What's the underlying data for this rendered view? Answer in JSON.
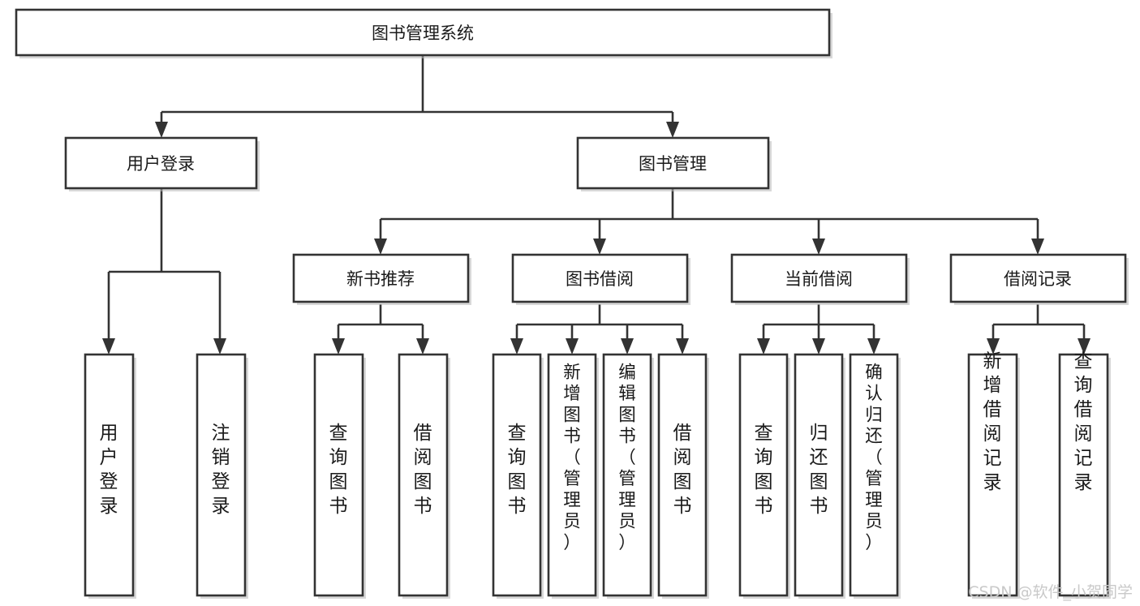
{
  "diagram": {
    "title": "图书管理系统",
    "type": "tree-hierarchy-diagram",
    "root": {
      "id": "root",
      "label": "图书管理系统"
    },
    "level2": [
      {
        "id": "user-login",
        "label": "用户登录"
      },
      {
        "id": "book-management",
        "label": "图书管理"
      }
    ],
    "level3": [
      {
        "id": "new-book-recommend",
        "label": "新书推荐",
        "parent": "book-management"
      },
      {
        "id": "book-borrow",
        "label": "图书借阅",
        "parent": "book-management"
      },
      {
        "id": "current-borrow",
        "label": "当前借阅",
        "parent": "book-management"
      },
      {
        "id": "borrow-record",
        "label": "借阅记录",
        "parent": "book-management"
      }
    ],
    "leaves": {
      "user-login": [
        {
          "id": "leaf-user-login",
          "label": "用户登录"
        },
        {
          "id": "leaf-logout",
          "label": "注销登录"
        }
      ],
      "new-book-recommend": [
        {
          "id": "leaf-query-book-1",
          "label": "查询图书"
        },
        {
          "id": "leaf-borrow-book-1",
          "label": "借阅图书"
        }
      ],
      "book-borrow": [
        {
          "id": "leaf-query-book-2",
          "label": "查询图书"
        },
        {
          "id": "leaf-add-book",
          "label": "新增图书（管理员）"
        },
        {
          "id": "leaf-edit-book",
          "label": "编辑图书（管理员）"
        },
        {
          "id": "leaf-borrow-book-2",
          "label": "借阅图书"
        }
      ],
      "current-borrow": [
        {
          "id": "leaf-query-book-3",
          "label": "查询图书"
        },
        {
          "id": "leaf-return-book",
          "label": "归还图书"
        },
        {
          "id": "leaf-confirm-return",
          "label": "确认归还（管理员）"
        }
      ],
      "borrow-record": [
        {
          "id": "leaf-add-record",
          "label": "新增借阅记录"
        },
        {
          "id": "leaf-query-record",
          "label": "查询借阅记录"
        }
      ]
    },
    "colors": {
      "box_fill": "#ffffff",
      "box_stroke": "#333333",
      "text": "#1a1a1a",
      "connector": "#333333",
      "watermark": "#c9c9c9",
      "background": "#ffffff"
    }
  },
  "watermark": {
    "text": "CSDN @软件_小贺同学"
  }
}
